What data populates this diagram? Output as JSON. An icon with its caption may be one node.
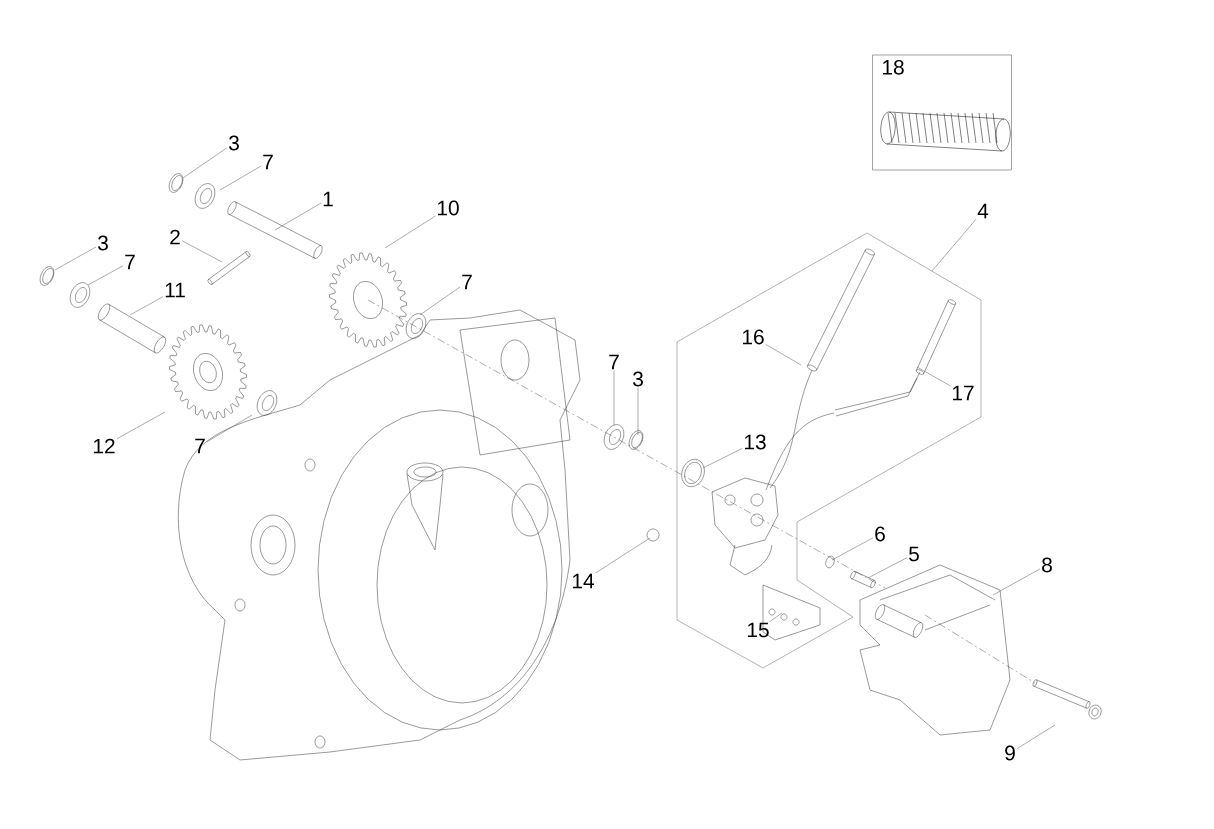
{
  "diagram": {
    "nodes": [
      {
        "text": [
          "18"
        ]
      },
      {
        "text": [
          "3"
        ]
      },
      {
        "text": [
          "7"
        ]
      },
      {
        "text": [
          "1"
        ]
      },
      {
        "text": [
          "10"
        ]
      },
      {
        "text": [
          "4"
        ]
      },
      {
        "text": [
          "2"
        ]
      },
      {
        "text": [
          "3"
        ]
      },
      {
        "text": [
          "7"
        ]
      },
      {
        "text": [
          "7"
        ]
      },
      {
        "text": [
          "11"
        ]
      },
      {
        "text": [],
        "shape": "polygon"
      },
      {
        "text": [
          "16"
        ],
        "in": 11
      },
      {
        "text": [
          "7"
        ]
      },
      {
        "text": [
          "3"
        ]
      },
      {
        "text": [
          "17"
        ],
        "in": 11
      },
      {
        "text": [
          "13"
        ],
        "in": 11
      },
      {
        "text": [
          "12"
        ]
      },
      {
        "text": [
          "7"
        ]
      },
      {
        "text": [
          "6"
        ]
      },
      {
        "text": [
          "5"
        ]
      },
      {
        "text": [
          "8"
        ]
      },
      {
        "text": [
          "14"
        ]
      },
      {
        "text": [
          "15"
        ],
        "in": 11
      },
      {
        "text": [
          "9"
        ]
      }
    ],
    "edges": [
      {
        "from": 1,
        "to": null,
        "arrow": "none"
      },
      {
        "from": 2,
        "to": null,
        "arrow": "none"
      },
      {
        "from": 3,
        "to": null,
        "arrow": "none"
      },
      {
        "from": 4,
        "to": null,
        "arrow": "none"
      },
      {
        "from": 5,
        "to": 11,
        "arrow": "none"
      },
      {
        "from": 6,
        "to": null,
        "arrow": "none"
      },
      {
        "from": 7,
        "to": null,
        "arrow": "none"
      },
      {
        "from": 8,
        "to": null,
        "arrow": "none"
      },
      {
        "from": 9,
        "to": null,
        "arrow": "none"
      },
      {
        "from": 10,
        "to": null,
        "arrow": "none"
      },
      {
        "from": 12,
        "to": null,
        "arrow": "none"
      },
      {
        "from": 13,
        "to": null,
        "arrow": "none"
      },
      {
        "from": 14,
        "to": null,
        "arrow": "none"
      },
      {
        "from": 15,
        "to": null,
        "arrow": "none"
      },
      {
        "from": 16,
        "to": null,
        "arrow": "none"
      },
      {
        "from": 17,
        "to": null,
        "arrow": "none"
      },
      {
        "from": 18,
        "to": null,
        "arrow": "none"
      },
      {
        "from": 19,
        "to": null,
        "arrow": "none"
      },
      {
        "from": 20,
        "to": null,
        "arrow": "none"
      },
      {
        "from": 21,
        "to": null,
        "arrow": "none"
      },
      {
        "from": 22,
        "to": null,
        "arrow": "none"
      },
      {
        "from": 23,
        "to": null,
        "arrow": "none"
      },
      {
        "from": 24,
        "to": null,
        "arrow": "none"
      }
    ]
  }
}
